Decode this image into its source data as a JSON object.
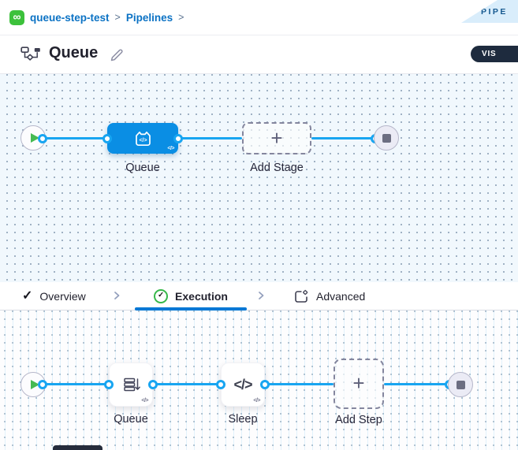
{
  "breadcrumb": {
    "project": "queue-step-test",
    "separator": ">",
    "section": "Pipelines"
  },
  "corner_ribbon": {
    "label": "PIPE"
  },
  "header": {
    "title": "Queue",
    "view_toggle_label": "VIS"
  },
  "icons": {
    "infinity": "∞",
    "plus": "+",
    "code": "</>",
    "check": "✓"
  },
  "stage_canvas": {
    "stage_label": "Queue",
    "add_stage_label": "Add Stage"
  },
  "tabs": {
    "overview": "Overview",
    "execution": "Execution",
    "advanced": "Advanced"
  },
  "execution_canvas": {
    "steps": [
      {
        "label": "Queue"
      },
      {
        "label": "Sleep"
      }
    ],
    "add_step_label": "Add Step"
  },
  "colors": {
    "accent_blue": "#0278d5",
    "connector_blue": "#18a5f1",
    "stage_blue": "#0a8ee4",
    "harness_green": "#3cc13b",
    "check_green": "#37b84a",
    "toggle_dark": "#1e2b3e",
    "ribbon_bg": "#d9edfb"
  }
}
